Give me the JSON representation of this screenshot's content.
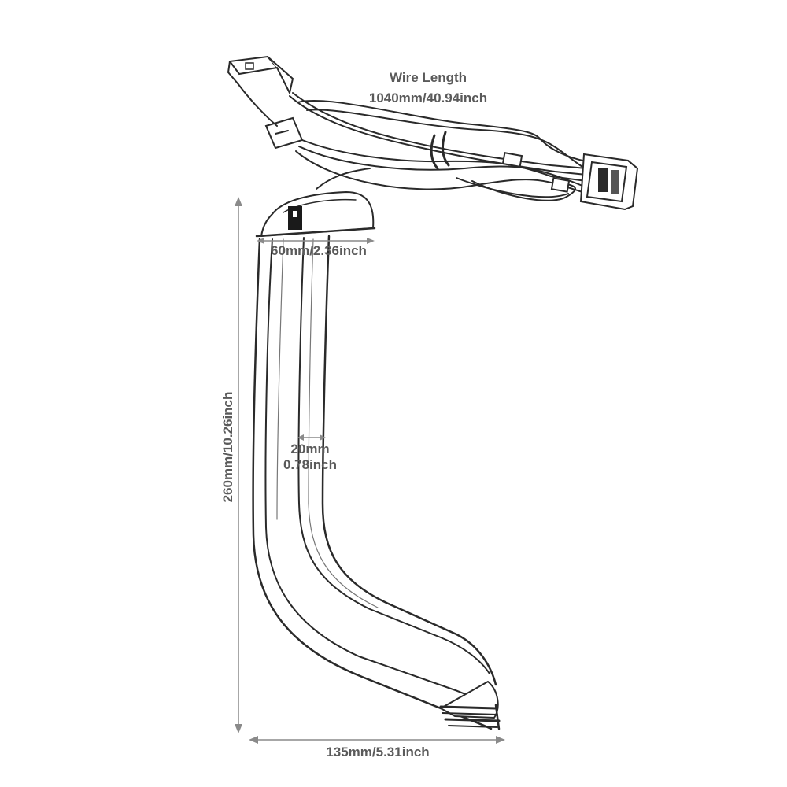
{
  "labels": {
    "wire_length_title": "Wire Length",
    "wire_length_value": "1040mm/40.94inch",
    "top_width": "60mm/2.36inch",
    "strip_width_mm": "20mm",
    "strip_width_inch": "0.78inch",
    "height": "260mm/10.26inch",
    "bottom_width": "135mm/5.31inch"
  },
  "colors": {
    "line": "#2a2a2a",
    "dimension": "#8a8a8a",
    "text": "#5a5a5a",
    "background": "#ffffff"
  }
}
